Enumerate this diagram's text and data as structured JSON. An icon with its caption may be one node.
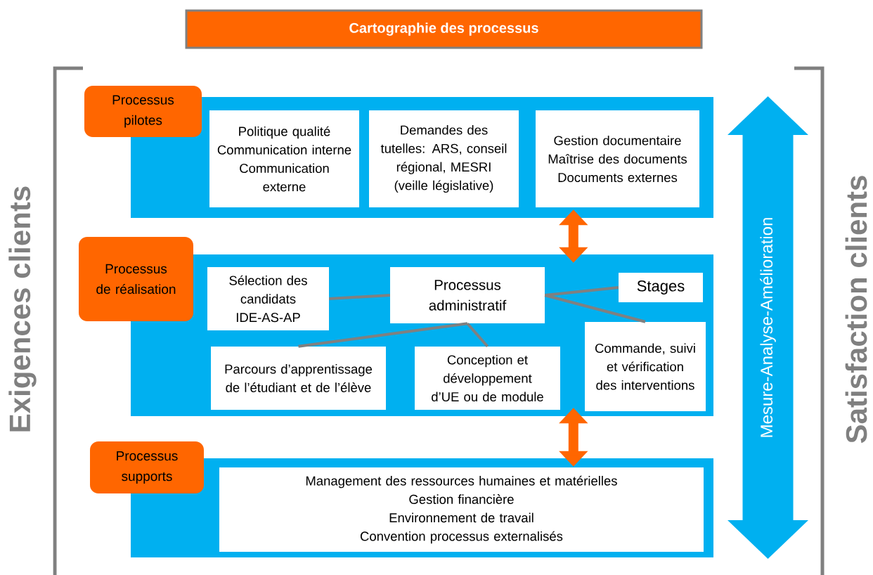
{
  "diagram": {
    "title": "Cartographie des processus",
    "nodes": [
      {
        "text": [
          "Processus pilotes"
        ]
      },
      {
        "text": [
          "Politique qualité Communication interne Communication externe"
        ],
        "in": 0
      },
      {
        "text": [
          "Demandes des tutelles: ARS, conseil régional, MESRI (veille législative)"
        ],
        "in": 0
      },
      {
        "text": [
          "Gestion documentaire Maîtrise des documents Documents externes"
        ],
        "in": 0
      },
      {
        "text": [
          "Processus de réalisation"
        ]
      },
      {
        "text": [
          "Sélection des candidats IDE-AS-AP"
        ],
        "in": 4
      },
      {
        "text": [
          "Processus administratif"
        ],
        "in": 4
      },
      {
        "text": [
          "Stages"
        ],
        "in": 4
      },
      {
        "text": [
          "Parcours d’apprentissage de l’étudiant et de l’élève"
        ],
        "in": 4
      },
      {
        "text": [
          "Conception et développement d’UE ou de module"
        ],
        "in": 4
      },
      {
        "text": [
          "Commande, suivi et vérification des interventions"
        ],
        "in": 4
      },
      {
        "text": [
          "Processus supports"
        ]
      },
      {
        "text": [
          "Management des ressources humaines et matérielles",
          "Gestion financière",
          "Environnement de travail",
          "Convention processus externalisés"
        ],
        "in": 11
      },
      {
        "text": [
          "Mesure-Analyse-Amélioration"
        ]
      }
    ],
    "edges": [
      {
        "from": 6,
        "to": 5,
        "arrow": "none"
      },
      {
        "from": 6,
        "to": 7,
        "arrow": "none"
      },
      {
        "from": 6,
        "to": 10,
        "arrow": "none"
      },
      {
        "from": 6,
        "to": 8,
        "arrow": "none"
      },
      {
        "from": 6,
        "to": 9,
        "arrow": "none"
      },
      {
        "from": 0,
        "to": 4,
        "arrow": "both",
        "style": "thick",
        "color": "#ff6600"
      },
      {
        "from": 4,
        "to": 11,
        "arrow": "both",
        "style": "thick",
        "color": "#ff6600"
      }
    ],
    "labels": [
      "Exigences clients",
      "Satisfaction clients"
    ]
  }
}
